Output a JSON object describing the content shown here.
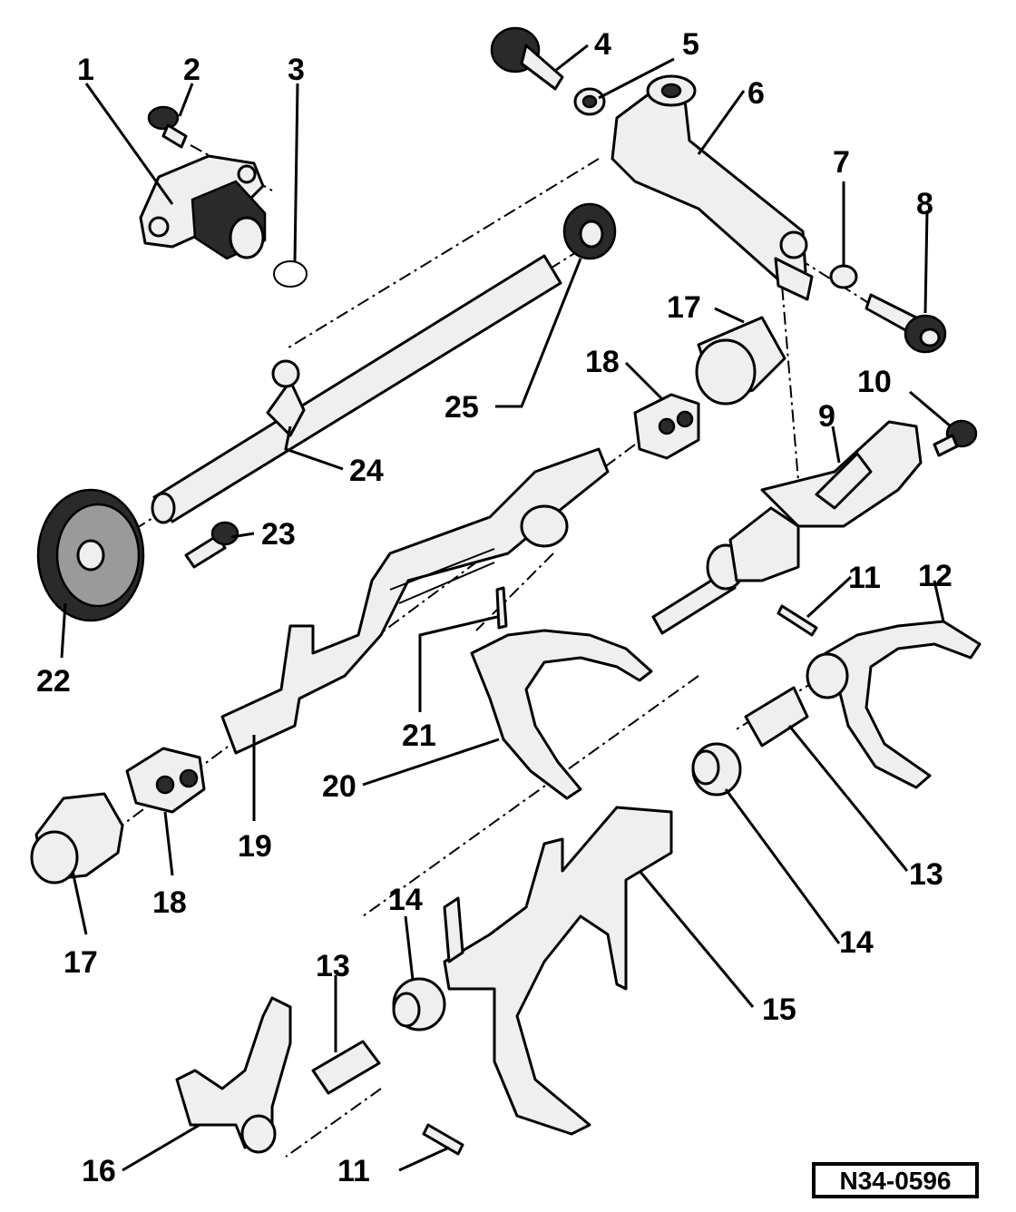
{
  "callouts": [
    {
      "id": "c1",
      "label": "1"
    },
    {
      "id": "c2",
      "label": "2"
    },
    {
      "id": "c3",
      "label": "3"
    },
    {
      "id": "c4",
      "label": "4"
    },
    {
      "id": "c5",
      "label": "5"
    },
    {
      "id": "c6",
      "label": "6"
    },
    {
      "id": "c7",
      "label": "7"
    },
    {
      "id": "c8",
      "label": "8"
    },
    {
      "id": "c9",
      "label": "9"
    },
    {
      "id": "c10",
      "label": "10"
    },
    {
      "id": "c11a",
      "label": "11"
    },
    {
      "id": "c11b",
      "label": "11"
    },
    {
      "id": "c12",
      "label": "12"
    },
    {
      "id": "c13a",
      "label": "13"
    },
    {
      "id": "c13b",
      "label": "13"
    },
    {
      "id": "c14a",
      "label": "14"
    },
    {
      "id": "c14b",
      "label": "14"
    },
    {
      "id": "c15",
      "label": "15"
    },
    {
      "id": "c16",
      "label": "16"
    },
    {
      "id": "c17a",
      "label": "17"
    },
    {
      "id": "c17b",
      "label": "17"
    },
    {
      "id": "c18a",
      "label": "18"
    },
    {
      "id": "c18b",
      "label": "18"
    },
    {
      "id": "c19",
      "label": "19"
    },
    {
      "id": "c20",
      "label": "20"
    },
    {
      "id": "c21",
      "label": "21"
    },
    {
      "id": "c22",
      "label": "22"
    },
    {
      "id": "c23",
      "label": "23"
    },
    {
      "id": "c24",
      "label": "24"
    },
    {
      "id": "c25",
      "label": "25"
    }
  ],
  "reference_code": "N34-0596"
}
